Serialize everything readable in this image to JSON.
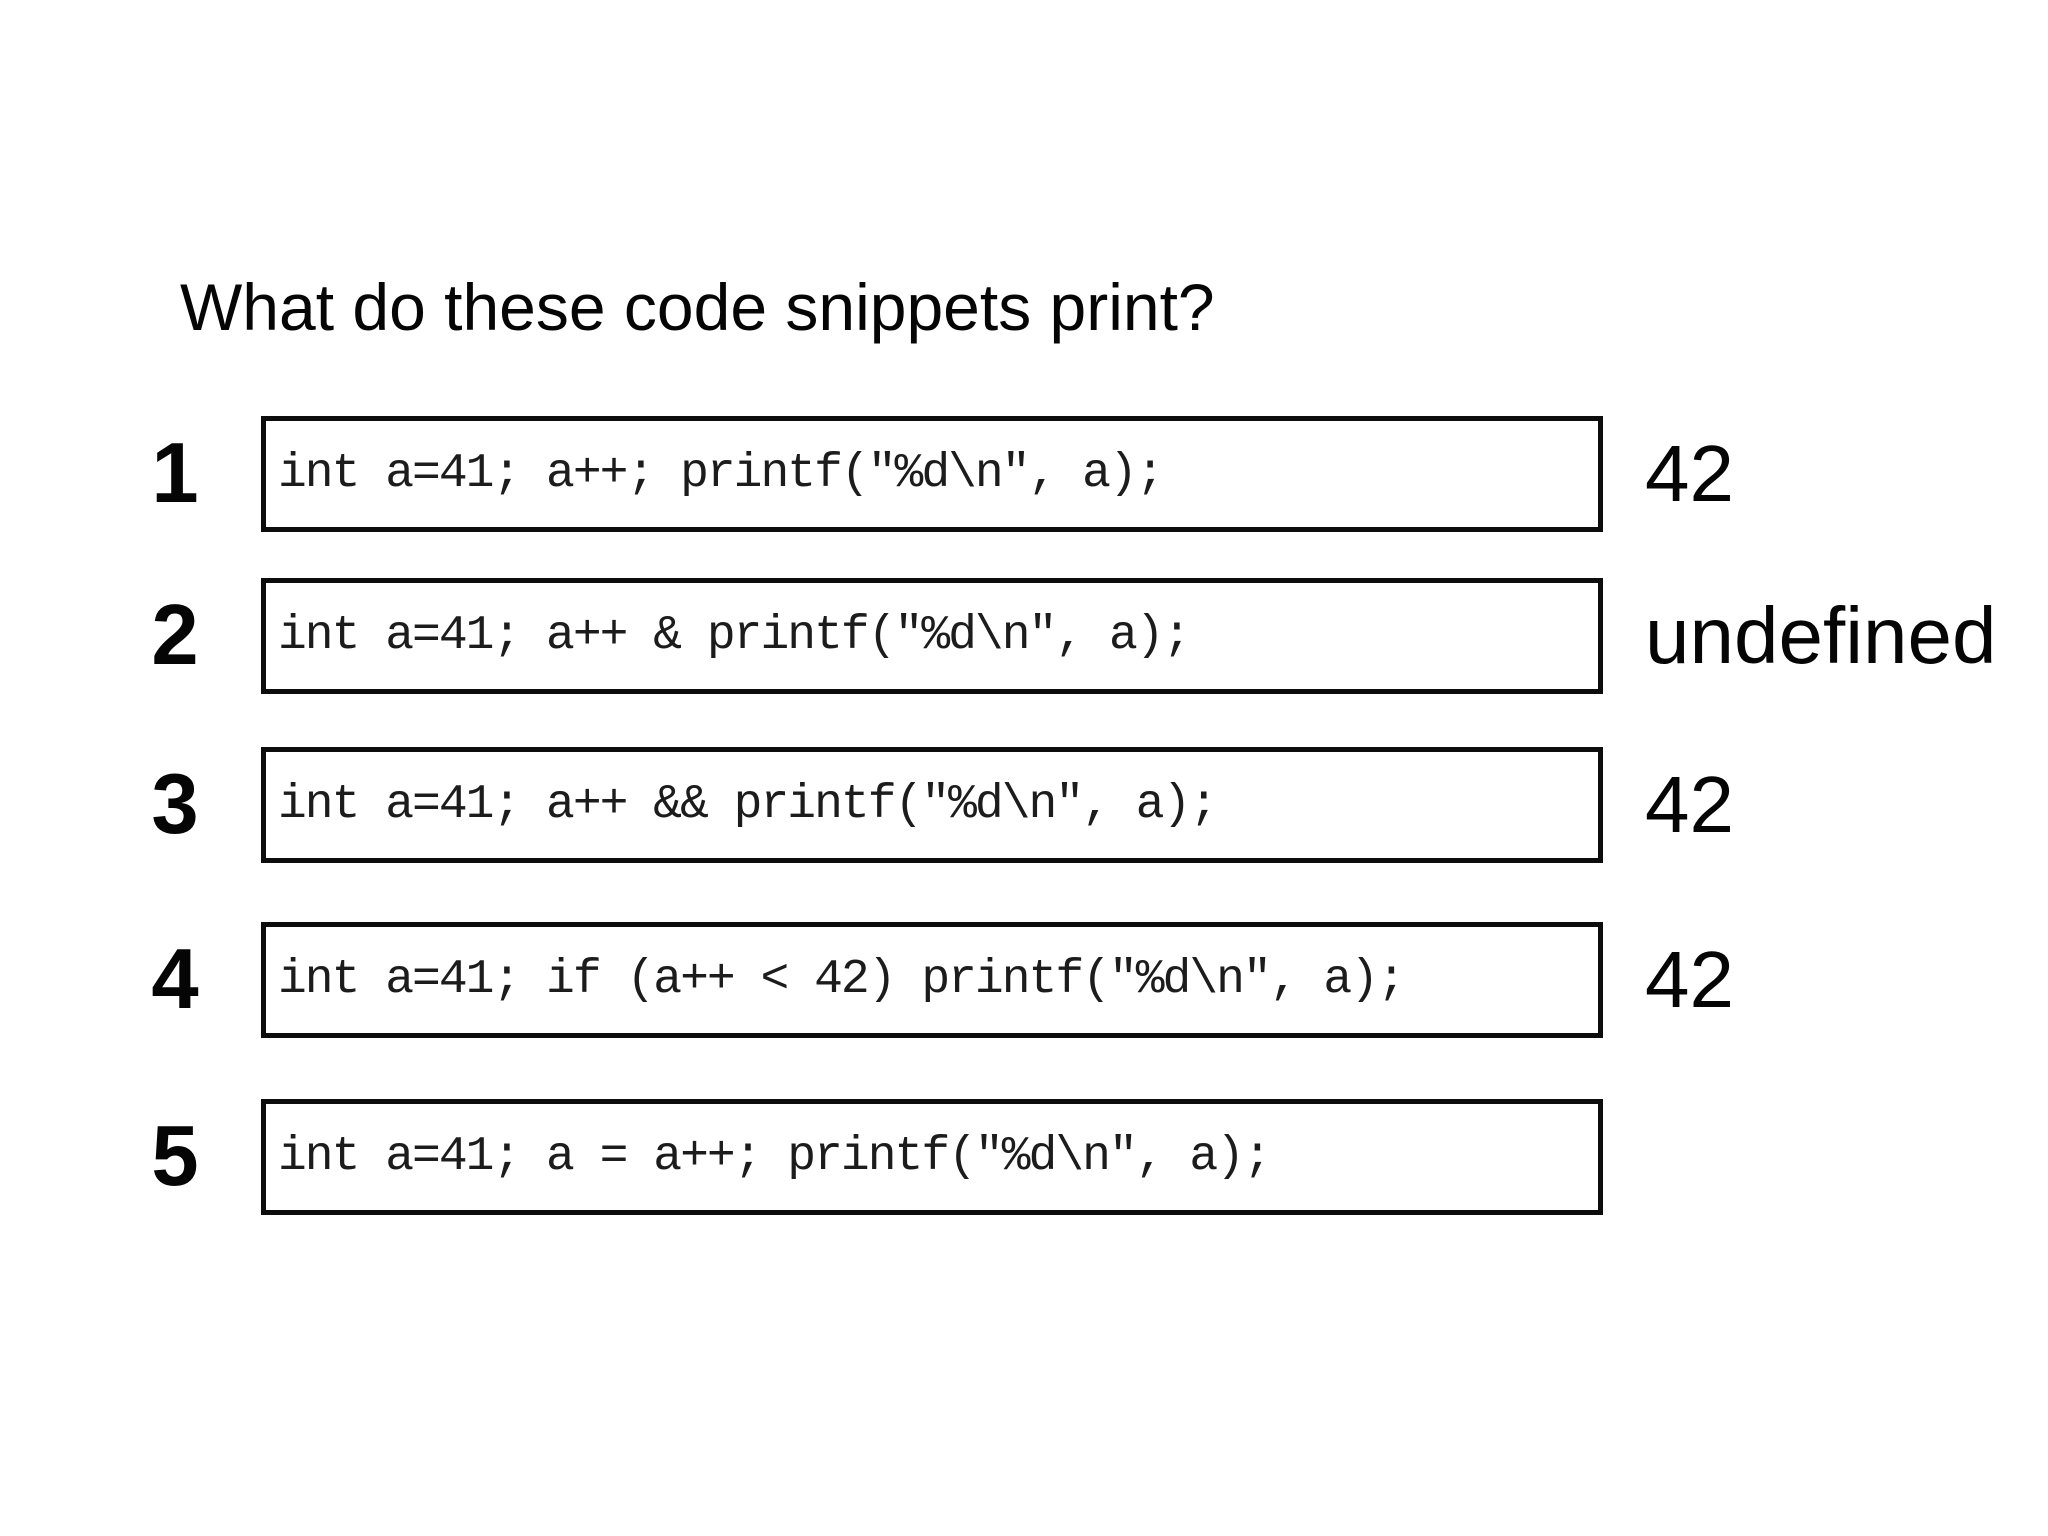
{
  "slide": {
    "title": "What do these code snippets print?",
    "colors": {
      "background": "#ffffff",
      "text": "#050505",
      "box_border": "#0d0d0d"
    },
    "rows": [
      {
        "number": "1",
        "code": "int a=41; a++; printf(\"%d\\n\", a);",
        "answer": "42"
      },
      {
        "number": "2",
        "code": "int a=41; a++ & printf(\"%d\\n\", a);",
        "answer": "undefined"
      },
      {
        "number": "3",
        "code": "int a=41; a++ && printf(\"%d\\n\", a);",
        "answer": "42"
      },
      {
        "number": "4",
        "code": "int a=41; if (a++ < 42) printf(\"%d\\n\", a);",
        "answer": "42"
      },
      {
        "number": "5",
        "code": "int a=41; a = a++; printf(\"%d\\n\", a);",
        "answer": ""
      }
    ]
  }
}
